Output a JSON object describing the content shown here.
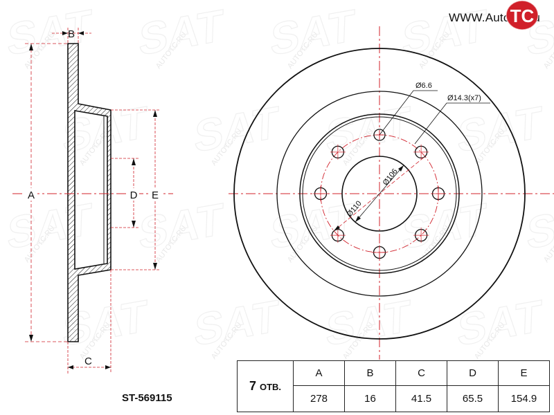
{
  "header": {
    "site": "WWW.AutoTC.ru",
    "logo_text": "TC"
  },
  "watermark": {
    "text": "AUTOTC.RU",
    "brand": "SAT"
  },
  "side_view": {
    "labels": {
      "a": "A",
      "b": "B",
      "c": "C",
      "d": "D",
      "e": "E"
    }
  },
  "front_view": {
    "callouts": {
      "pin_hole": "Ø6.6",
      "bolt_hole": "Ø14.3(x7)",
      "bolt_circle": "Ø110",
      "center_bore": "Ø106"
    }
  },
  "part_number": "ST-569115",
  "table": {
    "holes_count": "7",
    "holes_unit": "ОТВ.",
    "headers": [
      "A",
      "B",
      "C",
      "D",
      "E"
    ],
    "values": [
      "278",
      "16",
      "41.5",
      "65.5",
      "154.9"
    ]
  },
  "colors": {
    "outline": "#111111",
    "centerline": "#d0202a",
    "watermark": "#d8d8d8",
    "logo": "#d0202a"
  }
}
